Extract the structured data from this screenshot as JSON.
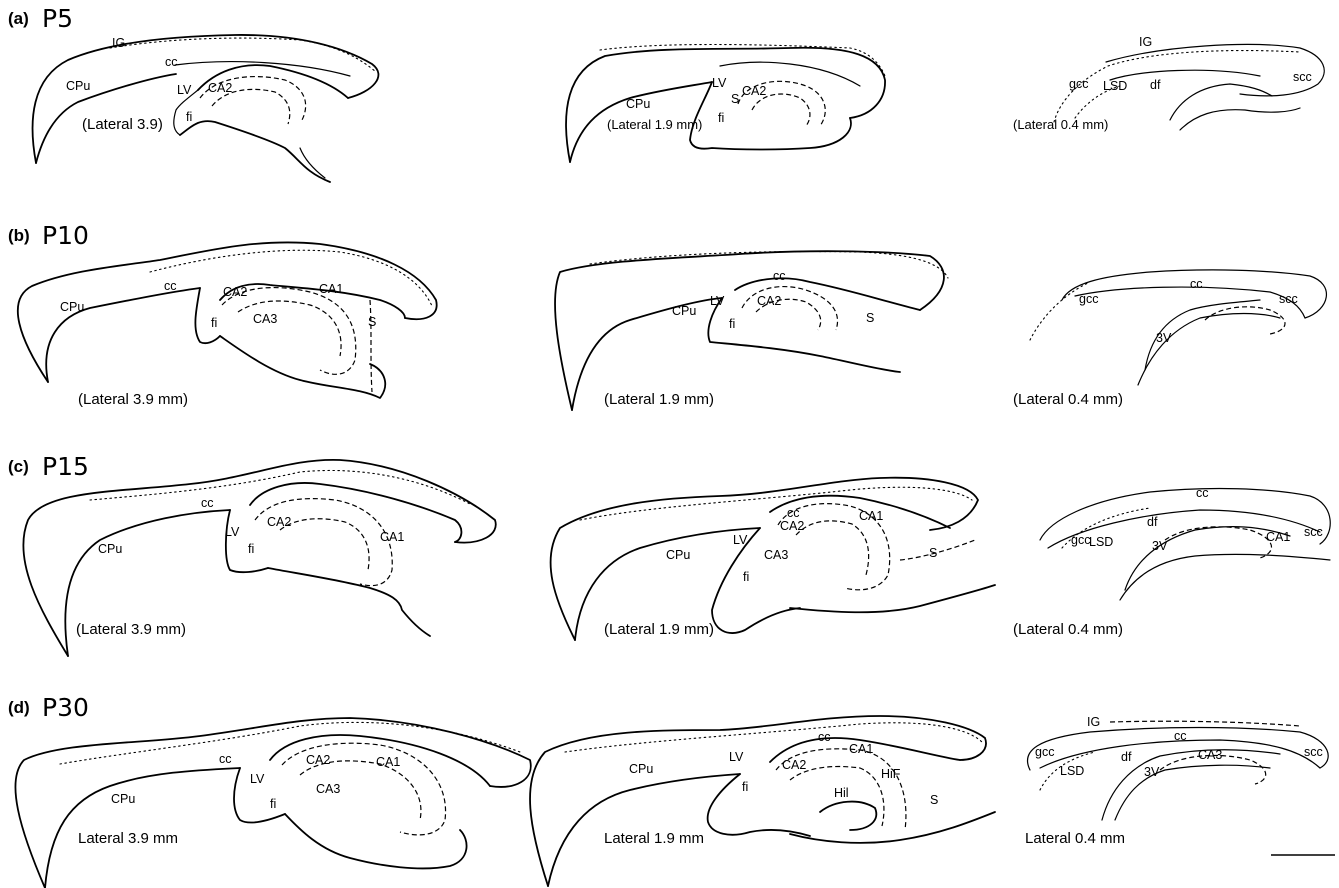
{
  "panels": [
    {
      "letter": "(a)",
      "age": "P5",
      "sections": [
        {
          "lateral": "(Lateral 3.9)",
          "labels": [
            "IG",
            "cc",
            "CPu",
            "LV",
            "CA2",
            "fi"
          ]
        },
        {
          "lateral": "(Lateral 1.9 mm)",
          "labels": [
            "CPu",
            "LV",
            "S",
            "CA2",
            "fi"
          ]
        },
        {
          "lateral": "(Lateral 0.4 mm)",
          "labels": [
            "IG",
            "gcc",
            "LSD",
            "df",
            "scc"
          ]
        }
      ]
    },
    {
      "letter": "(b)",
      "age": "P10",
      "sections": [
        {
          "lateral": "(Lateral 3.9 mm)",
          "labels": [
            "cc",
            "CPu",
            "CA2",
            "CA1",
            "fi",
            "CA3",
            "S"
          ]
        },
        {
          "lateral": "(Lateral 1.9 mm)",
          "labels": [
            "cc",
            "CPu",
            "LV",
            "CA2",
            "fi",
            "S"
          ]
        },
        {
          "lateral": "(Lateral 0.4 mm)",
          "labels": [
            "cc",
            "gcc",
            "scc",
            "3V"
          ]
        }
      ]
    },
    {
      "letter": "(c)",
      "age": "P15",
      "sections": [
        {
          "lateral": "(Lateral 3.9 mm)",
          "labels": [
            "cc",
            "CPu",
            "LV",
            "CA2",
            "fi",
            "CA1"
          ]
        },
        {
          "lateral": "(Lateral 1.9 mm)",
          "labels": [
            "cc",
            "CA2",
            "CA1",
            "CPu",
            "LV",
            "CA3",
            "S",
            "fi"
          ]
        },
        {
          "lateral": "(Lateral 0.4 mm)",
          "labels": [
            "cc",
            "df",
            "gcc",
            "LSD",
            "3V",
            "CA1",
            "scc"
          ]
        }
      ]
    },
    {
      "letter": "(d)",
      "age": "P30",
      "sections": [
        {
          "lateral": "Lateral 3.9 mm",
          "labels": [
            "cc",
            "CA2",
            "CA1",
            "LV",
            "CPu",
            "CA3",
            "fi"
          ]
        },
        {
          "lateral": "Lateral 1.9 mm",
          "labels": [
            "cc",
            "CA1",
            "CPu",
            "LV",
            "CA2",
            "HiF",
            "fi",
            "Hil",
            "S"
          ]
        },
        {
          "lateral": "Lateral 0.4 mm",
          "labels": [
            "IG",
            "cc",
            "gcc",
            "df",
            "CA3",
            "scc",
            "LSD",
            "3V"
          ]
        }
      ]
    }
  ]
}
